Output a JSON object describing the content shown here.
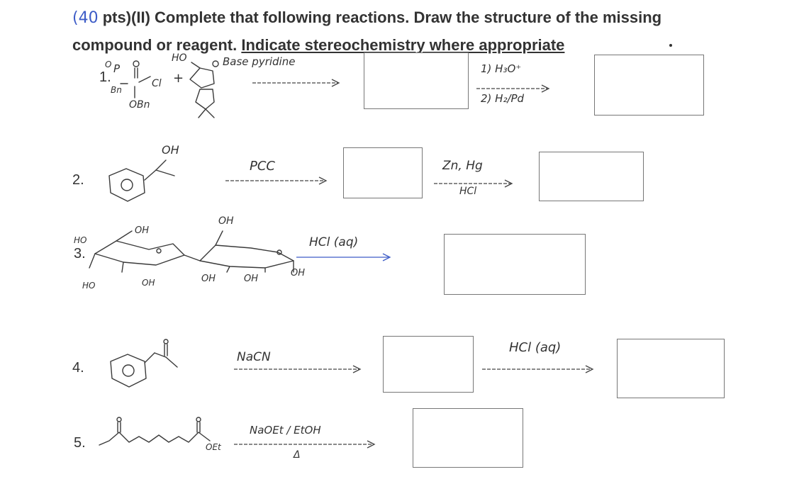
{
  "header": {
    "points": "(40",
    "title_rest": " pts)(II) Complete that following reactions. Draw the structure of the missing",
    "line2_plain": "compound or reagent. ",
    "line2_underlined": "Indicate stereochemistry where appropriate"
  },
  "reactions": [
    {
      "number": "1.",
      "reagent_labels": {
        "ho": "HO",
        "o": "O",
        "cl": "Cl",
        "bn_top": "Bn",
        "obn": "OBn",
        "plus": "+"
      },
      "conditions": "Base pyridine",
      "step2_line1": "1) H₃O⁺",
      "step2_line2": "2) H₂/Pd"
    },
    {
      "number": "2.",
      "substituent": "OH",
      "conditions": "PCC",
      "step2_line1": "Zn, Hg",
      "step2_line2": "HCl"
    },
    {
      "number": "3.",
      "labels": {
        "ho_top": "HO",
        "oh_a": "OH",
        "ho_bottom": "HO",
        "oh_b": "OH",
        "oh_c": "OH",
        "oh_d": "OH",
        "oh_e": "OH",
        "oh_f": "OH"
      },
      "conditions": "HCl (aq)"
    },
    {
      "number": "4.",
      "conditions": "NaCN",
      "step2_conditions": "HCl (aq)"
    },
    {
      "number": "5.",
      "oet": "OEt",
      "conditions": "NaOEt / EtOH",
      "heat": "Δ"
    }
  ],
  "colors": {
    "ink": "#333333",
    "blue_ink": "#3d5cc7",
    "box_border": "#777777"
  },
  "icons": [
    "benzene-ring-icon",
    "cyclohexane-ring-icon",
    "reaction-arrow-icon"
  ]
}
